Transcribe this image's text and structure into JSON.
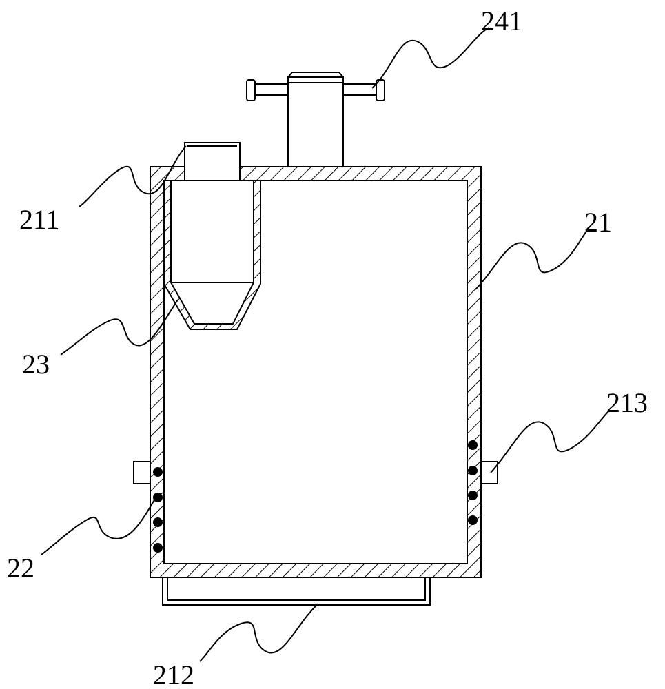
{
  "labels": {
    "l241": "241",
    "l211": "211",
    "l21": "21",
    "l23": "23",
    "l213": "213",
    "l22": "22",
    "l212": "212"
  },
  "colors": {
    "stroke": "#000000",
    "background": "#ffffff"
  }
}
